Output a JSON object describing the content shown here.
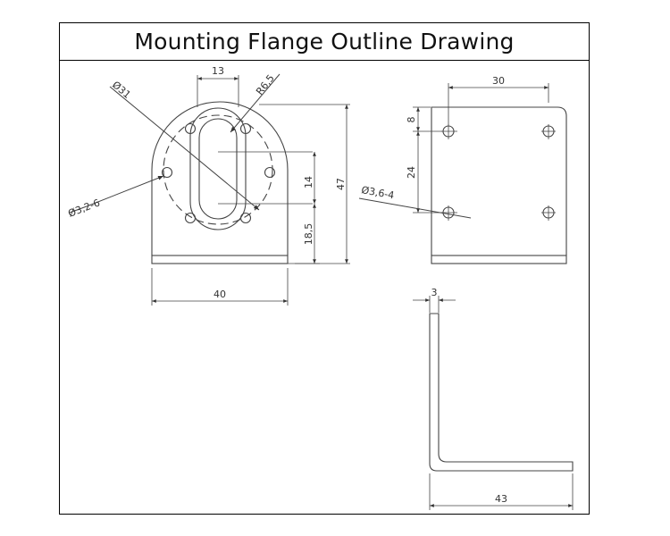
{
  "title": "Mounting Flange Outline Drawing",
  "front_view": {
    "dims": {
      "width_bottom": "40",
      "slot_width": "13",
      "corner_radius": "R6,5",
      "bolt_circle": "Ø31",
      "hole_spec": "Ø3,2-6",
      "slot_length": "14",
      "center_height": "18,5",
      "total_height": "47"
    }
  },
  "side_view": {
    "dims": {
      "hole_spacing_x": "30",
      "edge_offset": "8",
      "hole_spacing_y": "24",
      "hole_spec": "Ø3,6-4"
    }
  },
  "section_view": {
    "dims": {
      "thickness": "3",
      "leg_length": "43"
    }
  }
}
